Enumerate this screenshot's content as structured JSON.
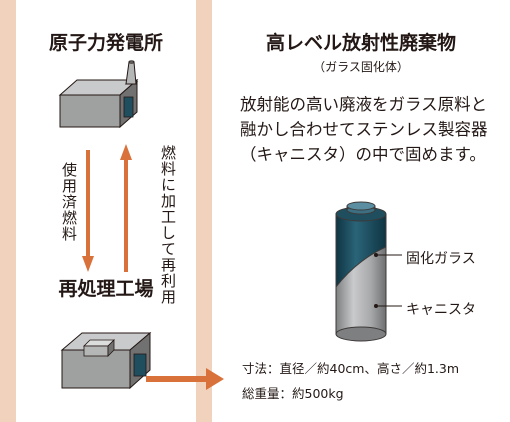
{
  "left": {
    "plant_title": "原子力発電所",
    "spent_fuel_label": "使用済燃料",
    "fuel_label": "燃料に加工して再利用",
    "reprocessing_title": "再処理工場"
  },
  "right": {
    "title": "高レベル放射性廃棄物",
    "subtitle": "（ガラス固化体）",
    "description": "放射能の高い廃液をガラス原料と融かし合わせてステンレス製容器（キャニスタ）の中で固めます。",
    "labels": {
      "glass": "固化ガラス",
      "canister": "キャニスタ"
    },
    "specs": {
      "dimensions": "寸法：直径／約40cm、高さ／約1.3m",
      "weight": "総重量：約500kg"
    }
  },
  "colors": {
    "background": "#f1d2bd",
    "arrow": "#d9713a",
    "building": "#9fa0a0",
    "glass": "#1f4e5f",
    "canister": "#a7a8a9"
  }
}
